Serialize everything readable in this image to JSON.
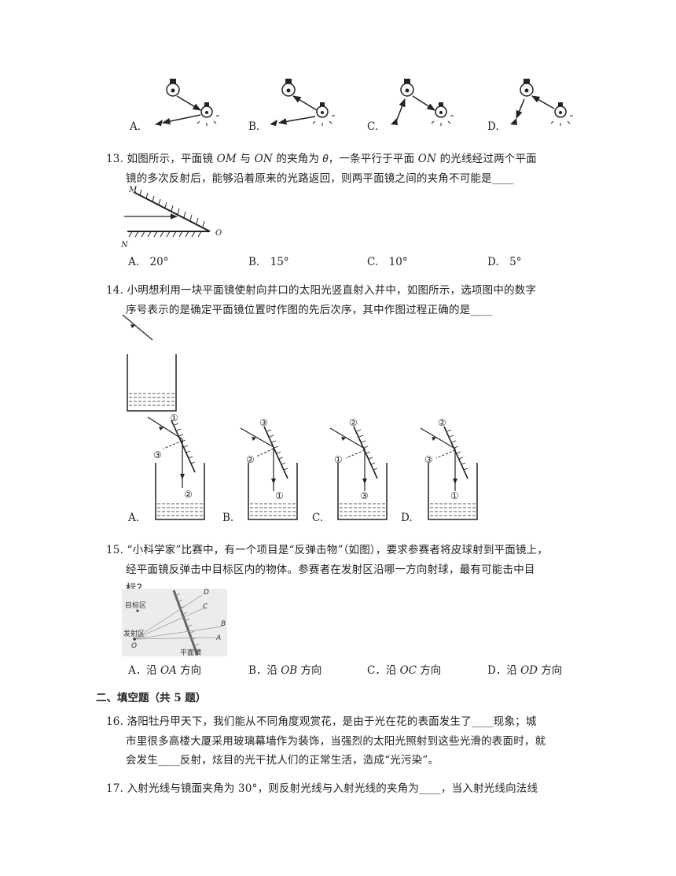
{
  "q12": {
    "options": [
      "A.",
      "B.",
      "C.",
      "D."
    ]
  },
  "q13": {
    "line1": "13. 如图所示，平面镜 𝑂𝑀 与 𝑂𝑁 的夹角为 𝜃，一条平行于平面 𝑂𝑁 的光线经过两个平面",
    "line2": "镜的多次反射后，能够沿着原来的光路返回，则两平面镜之间的夹角不可能是____",
    "fig_labels": {
      "m": "M",
      "n": "N",
      "o": "O"
    },
    "options": [
      "A.　20°",
      "B.　15°",
      "C.　10°",
      "D.　5°"
    ]
  },
  "q14": {
    "line1": "14. 小明想利用一块平面镜使射向井口的太阳光竖直射入井中，如图所示，选项图中的数字",
    "line2": "序号表示的是确定平面镜位置时作图的先后次序，其中作图过程正确的是____",
    "options": [
      "A.",
      "B.",
      "C.",
      "D."
    ],
    "figA": [
      "①",
      "③",
      "②"
    ],
    "figB": [
      "③",
      "②",
      "①"
    ],
    "figC": [
      "②",
      "①",
      "③"
    ],
    "figD": [
      "②",
      "③",
      "①"
    ]
  },
  "q15": {
    "line1": "15. “小科学家”比赛中，有一个项目是“反弹击物”（如图），要求参赛者将皮球射到平面镜上，",
    "line2": "经平面镜反弹击中目标区内的物体。参赛者在发射区沿哪一方向射球，最有可能击中目",
    "line3": "标？____",
    "photo_labels": {
      "target": "目标区",
      "launch": "发射区",
      "mirror": "平面镜",
      "o": "O",
      "a": "A",
      "b": "B",
      "c": "C",
      "d": "D"
    },
    "options": [
      "A．沿 𝑂𝐴 方向",
      "B．沿 𝑂𝐵 方向",
      "C．沿 𝑂𝐶 方向",
      "D．沿 𝑂𝐷 方向"
    ]
  },
  "section2": {
    "title": "二、填空题（共 5 题）"
  },
  "q16": {
    "line1": "16. 洛阳牡丹甲天下，我们能从不同角度观赏花，是由于光在花的表面发生了____现象；城",
    "line2": "市里很多高楼大厦采用玻璃幕墙作为装饰，当强烈的太阳光照射到这些光滑的表面时，就",
    "line3": "会发生____反射，炫目的光干扰人们的正常生活，造成“光污染”。"
  },
  "q17": {
    "line1": "17. 入射光线与镜面夹角为 30°，则反射光线与入射光线的夹角为____，当入射光线向法线"
  }
}
